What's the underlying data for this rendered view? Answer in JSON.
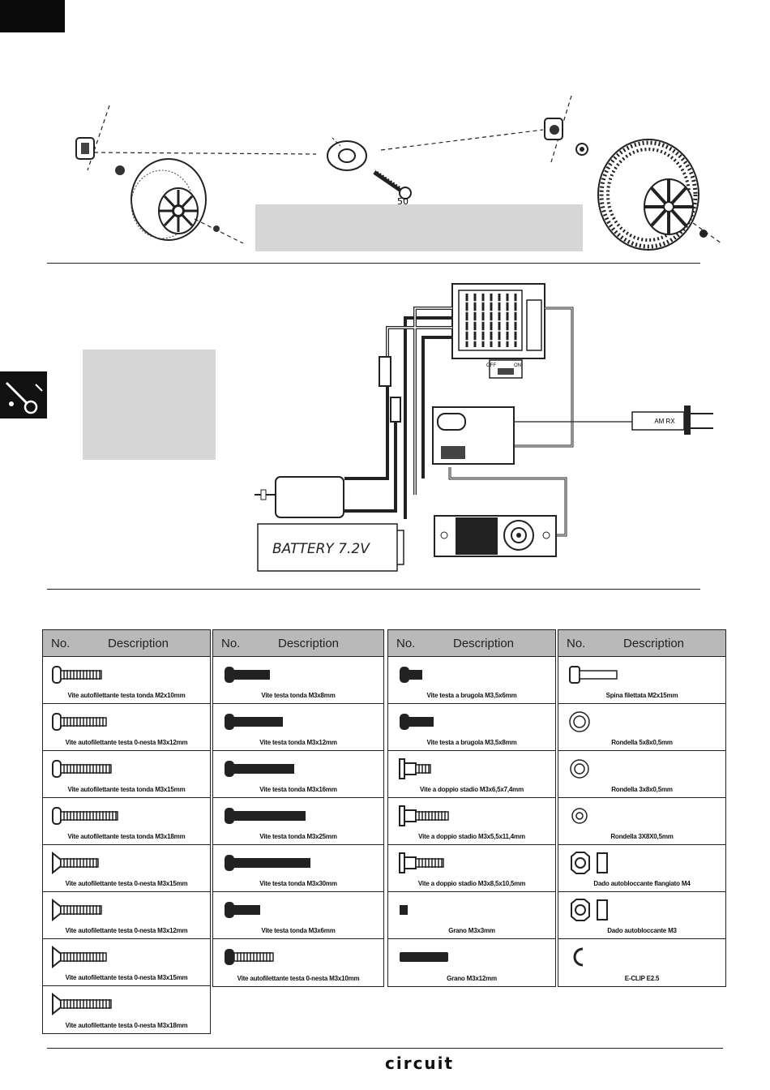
{
  "diagram_top": {
    "wheel_assembly": "front and rear wheel exploded view"
  },
  "wiring": {
    "switch_off": "OFF",
    "switch_on": "ON",
    "crystal": "AM  RX",
    "battery": "BATTERY 7.2V"
  },
  "parts": {
    "header_no": "No.",
    "header_desc": "Description",
    "col1": [
      "Vite autofilettante testa tonda M2x10mm",
      "Vite autofilettante testa 0-nesta M3x12mm",
      "Vite autofilettante testa tonda M3x15mm",
      "Vite autofilettante testa tonda M3x18mm",
      "Vite autofilettante testa 0-nesta M3x15mm",
      "Vite autofilettante testa 0-nesta M3x12mm",
      "Vite autofilettante testa 0-nesta M3x15mm",
      "Vite autofilettante testa 0-nesta M3x18mm"
    ],
    "col2": [
      "Vite testa tonda M3x8mm",
      "Vite testa tonda M3x12mm",
      "Vite testa tonda M3x16mm",
      "Vite testa tonda M3x25mm",
      "Vite testa tonda M3x30mm",
      "Vite testa tonda M3x6mm",
      "Vite autofilettante testa 0-nesta M3x10mm"
    ],
    "col3": [
      "Vite testa a brugola M3,5x6mm",
      "Vite testa a brugola M3,5x8mm",
      "Vite a doppio stadio M3x6,5x7,4mm",
      "Vite a doppio stadio M3x5,5x11,4mm",
      "Vite a doppio stadio M3x8,5x10,5mm",
      "Grano M3x3mm",
      "Grano M3x12mm"
    ],
    "col4": [
      "Spina filettata M2x15mm",
      "Rondella 5x8x0,5mm",
      "Rondella 3x8x0,5mm",
      "Rondella 3X8X0,5mm",
      "Dado autobloccante flangiato M4",
      "Dado autobloccante M3",
      "E-CLIP E2.5"
    ]
  },
  "footer": {
    "brand": "circuit"
  }
}
